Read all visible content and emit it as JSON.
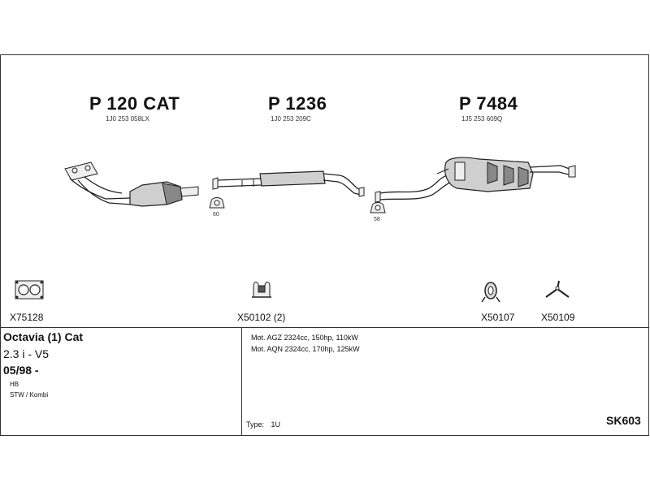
{
  "parts": [
    {
      "code": "P 120 CAT",
      "oem": "1J0 253 058LX"
    },
    {
      "code": "P 1236",
      "oem": "1J0 253 209C"
    },
    {
      "code": "P 7484",
      "oem": "1J5 253 609Q"
    }
  ],
  "clamps": [
    "60",
    "58"
  ],
  "fittings": [
    {
      "ref": "X75128",
      "icon": "flange-gasket-icon"
    },
    {
      "ref": "X50102 (2)",
      "icon": "rubber-mount-icon"
    },
    {
      "ref": "X50107",
      "icon": "hanger-ring-icon"
    },
    {
      "ref": "X50109",
      "icon": "bracket-icon"
    }
  ],
  "vehicle": {
    "model": "Octavia (1) Cat",
    "engine": "2.3 i - V5",
    "date": "05/98 -",
    "body1": "HB",
    "body2": "STW / Kombi"
  },
  "motor_lines": [
    "Mot. AGZ 2324cc, 150hp, 110kW",
    "Mot. AQN 2324cc, 170hp, 125kW"
  ],
  "type_label": "Type:",
  "type_value": "1U",
  "kit_code": "SK603"
}
